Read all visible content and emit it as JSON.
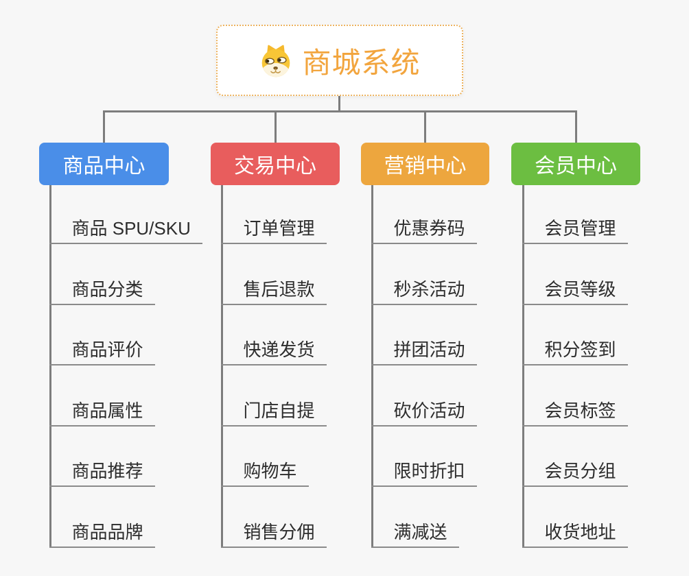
{
  "root": {
    "title": "商城系统",
    "icon": "dog-face",
    "accent_color": "#F2A53E",
    "border_color": "#EDB35F"
  },
  "branches": [
    {
      "label": "商品中心",
      "color": "#4A8EE8",
      "items": [
        "商品 SPU/SKU",
        "商品分类",
        "商品评价",
        "商品属性",
        "商品推荐",
        "商品品牌"
      ]
    },
    {
      "label": "交易中心",
      "color": "#E85D5D",
      "items": [
        "订单管理",
        "售后退款",
        "快递发货",
        "门店自提",
        "购物车",
        "销售分佣"
      ]
    },
    {
      "label": "营销中心",
      "color": "#EDA63E",
      "items": [
        "优惠券码",
        "秒杀活动",
        "拼团活动",
        "砍价活动",
        "限时折扣",
        "满减送"
      ]
    },
    {
      "label": "会员中心",
      "color": "#6CBE41",
      "items": [
        "会员管理",
        "会员等级",
        "积分签到",
        "会员标签",
        "会员分组",
        "收货地址"
      ]
    }
  ],
  "colors": {
    "background": "#F7F7F7",
    "connector_line": "#7D7D7D",
    "leaf_underline": "#8A8A8A",
    "leaf_text": "#2D2D2D",
    "node_text": "#FFFFFF"
  }
}
